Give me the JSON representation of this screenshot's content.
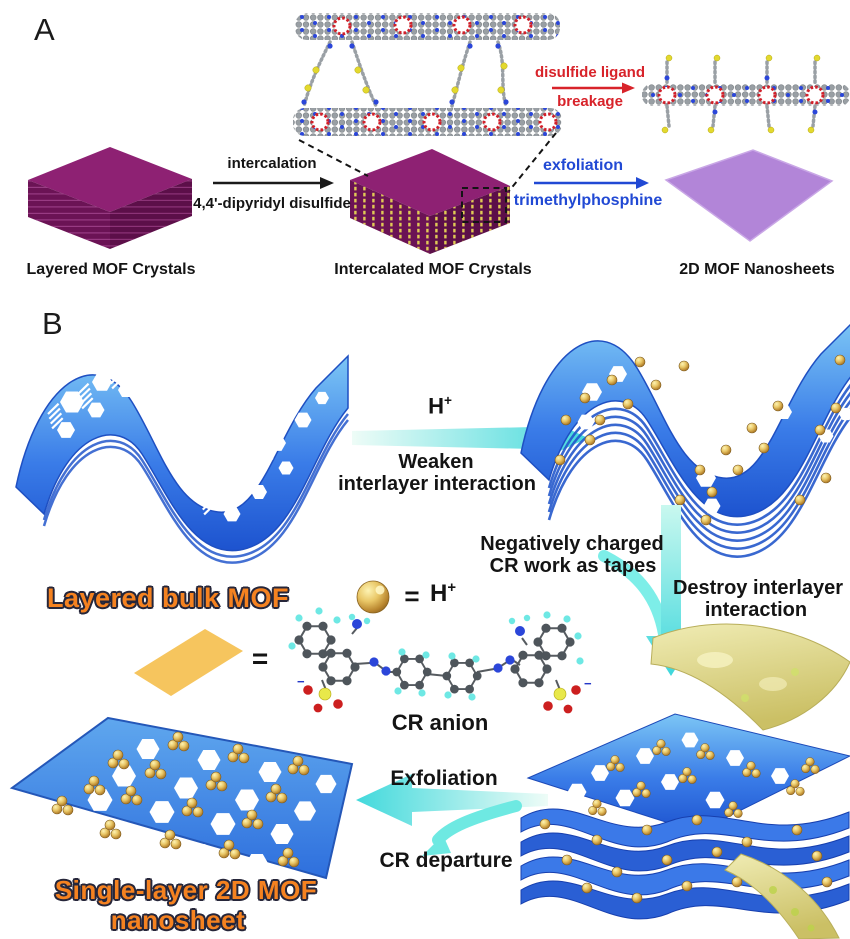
{
  "colors": {
    "crystal_purple_top": "#8e2173",
    "crystal_purple_side": "#6b1355",
    "nanosheet_purple": "#b285d8",
    "mof_blue": "#2e6be0",
    "arrow_cyan": "#45dede",
    "accent_orange": "#f58220",
    "accent_red": "#d8232a",
    "accent_blue": "#2149d4",
    "gold": "#d8a94e",
    "cr_yellow": "#f6c55e",
    "tape_yellow": "#d8d07a"
  },
  "panel_a": {
    "label": "A",
    "intercalation_step": {
      "arrow_label": "intercalation",
      "reagent": "4,4'-dipyridyl disulfide"
    },
    "breakage_step": {
      "line1": "disulfide ligand",
      "line2": "breakage"
    },
    "exfoliation_step": {
      "arrow_label": "exfoliation",
      "reagent": "trimethylphosphine"
    },
    "captions": {
      "layered": "Layered MOF Crystals",
      "intercalated": "Intercalated MOF Crystals",
      "nanosheets": "2D MOF Nanosheets"
    }
  },
  "panel_b": {
    "label": "B",
    "proton_arrow": {
      "species": "H",
      "charge": "+",
      "caption_line1": "Weaken",
      "caption_line2": "interlayer interaction"
    },
    "tapes_note": {
      "line1": "Negatively charged",
      "line2": "CR work as tapes"
    },
    "destroy_note": {
      "line1": "Destroy interlayer",
      "line2": "interaction"
    },
    "bulk_label": "Layered bulk MOF",
    "proton_legend": {
      "equals": "=",
      "species": "H",
      "charge": "+"
    },
    "cr_legend": {
      "equals": "=",
      "label": "CR anion",
      "charge_sign_left": "−",
      "charge_sign_right": "−"
    },
    "exfoliation_arrow_label": "Exfoliation",
    "departure_label": "CR departure",
    "nanosheet_label": {
      "line1": "Single-layer 2D MOF",
      "line2": "nanosheet"
    }
  }
}
